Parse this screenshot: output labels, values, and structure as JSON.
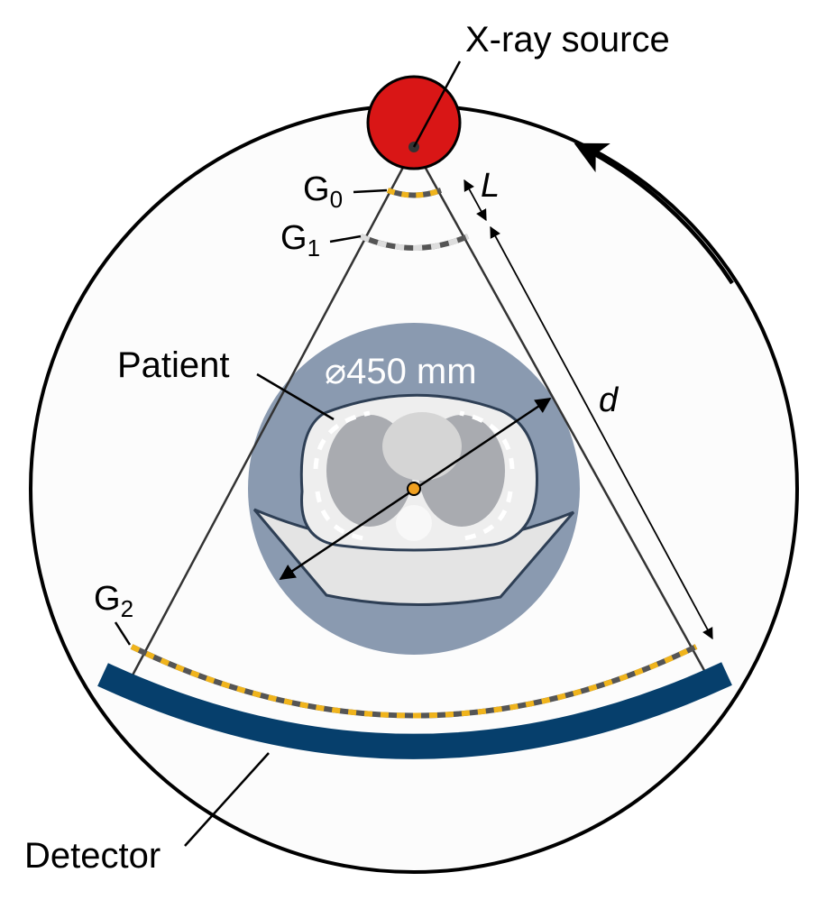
{
  "labels": {
    "source": "X-ray source",
    "g0_main": "G",
    "g0_sub": "0",
    "g1_main": "G",
    "g1_sub": "1",
    "g2_main": "G",
    "g2_sub": "2",
    "L": "L",
    "d": "d",
    "patient": "Patient",
    "diameter": "⌀450 mm",
    "detector": "Detector"
  },
  "colors": {
    "source": "#d91616",
    "patient_region": "#8a9ab0",
    "detector": "#063f6c",
    "grating_gold": "#f0b41c",
    "grating_dark": "#555555",
    "grating_grey_light": "#dddddd",
    "isocenter": "#f0a020",
    "gantry_fill": "#fcfcfc"
  }
}
